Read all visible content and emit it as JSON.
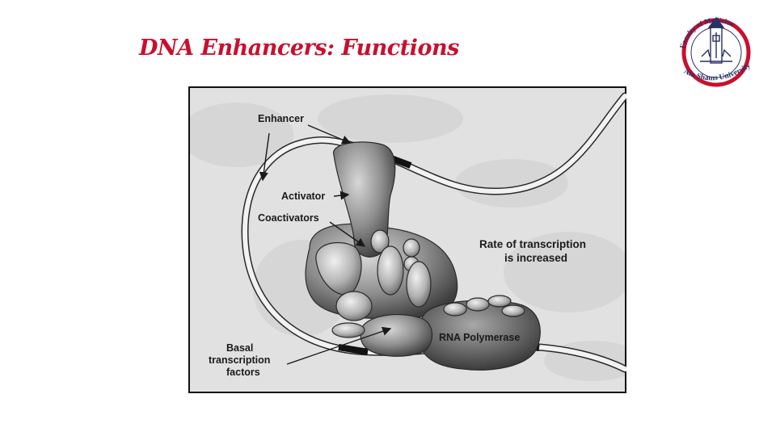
{
  "slide": {
    "title": "DNA Enhancers: Functions"
  },
  "logo": {
    "ring_text": "Faculty of Medicine",
    "bottom_text": "Ain Shams University",
    "accent_color": "#c8102e",
    "ink_color": "#2a2f66"
  },
  "diagram": {
    "labels": {
      "enhancer": "Enhancer",
      "activator": "Activator",
      "coactivators": "Coactivators",
      "rate_line1": "Rate of transcription",
      "rate_line2": "is increased",
      "rna_polymerase": "RNA Polymerase",
      "basal_line1": "Basal",
      "basal_line2": "transcription",
      "basal_line3": "factors"
    }
  }
}
